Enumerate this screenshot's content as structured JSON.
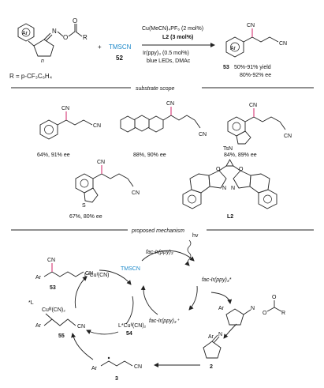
{
  "reaction": {
    "substituent_def": "R = p-CF₃C₆H₄",
    "plus": "+",
    "reagent": "TMSCN",
    "reagent_number": "52",
    "cond_1": "Cu(MeCN)₄PF₆ (2 mol%)",
    "cond_2": "L2 (3 mol%)",
    "cond_3": "Ir(ppy)₃ (0.5 mol%)",
    "cond_4": "blue LEDs, DMAc",
    "product_number": "53",
    "yield": "50%-91% yield",
    "ee": "80%-92% ee",
    "label_R": "R",
    "label_N": "N",
    "label_O": "O",
    "label_CN": "CN",
    "label_Ar": "Ar",
    "label_n": "n"
  },
  "scope": {
    "header": "substrate scope",
    "result_1": "64%, 91% ee",
    "result_2": "88%, 90% ee",
    "result_3": "84%, 89% ee",
    "result_4": "67%, 80% ee",
    "ligand_label": "L2",
    "label_TsN": "TsN",
    "label_S": "S"
  },
  "mechanism": {
    "header": "proposed mechanism",
    "hv": "hv",
    "ir_ground": "fac-Ir(ppy)₃",
    "ir_excited": "fac-Ir(ppy)₃*",
    "ir_oxidized": "fac-Ir(ppy)₃⁺",
    "cu_i": "L*Cuᴵ(CN)",
    "cu_ii": "L*Cuᴵᴵ(CN)₂",
    "cu_iii_L": "*L",
    "cu_iii": "Cuᴵᴵᴵ(CN)₂",
    "tmscn": "TMSCN",
    "n53": "53",
    "n54": "54",
    "n55": "55",
    "n2": "2",
    "n3": "3",
    "label_Ar": "Ar",
    "label_CN": "CN",
    "label_N": "N"
  }
}
